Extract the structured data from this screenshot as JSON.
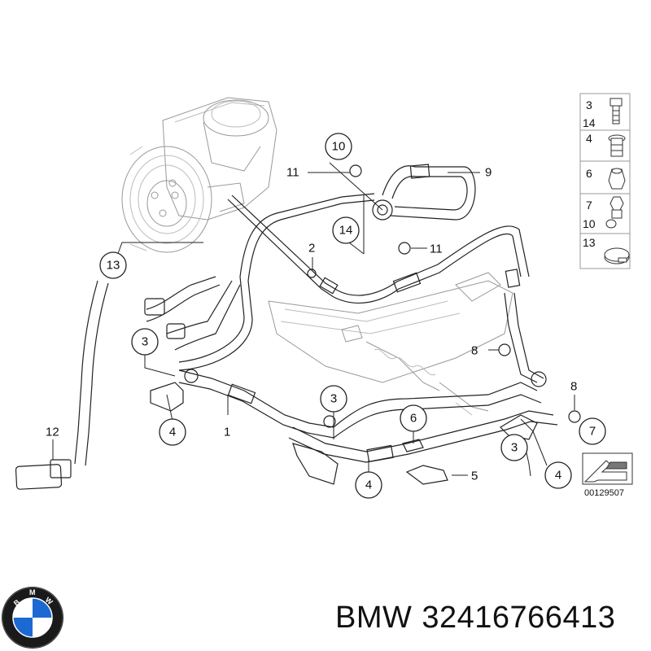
{
  "diagram": {
    "callouts_circled": [
      {
        "id": "c10",
        "label": "10"
      },
      {
        "id": "c14",
        "label": "14"
      },
      {
        "id": "c13",
        "label": "13"
      },
      {
        "id": "c3a",
        "label": "3"
      },
      {
        "id": "c4a",
        "label": "4"
      },
      {
        "id": "c3b",
        "label": "3"
      },
      {
        "id": "c4b",
        "label": "4"
      },
      {
        "id": "c6",
        "label": "6"
      },
      {
        "id": "c3c",
        "label": "3"
      },
      {
        "id": "c4c",
        "label": "4"
      },
      {
        "id": "c7",
        "label": "7"
      }
    ],
    "callouts_plain": [
      {
        "id": "p11a",
        "label": "11"
      },
      {
        "id": "p9",
        "label": "9"
      },
      {
        "id": "p2",
        "label": "2"
      },
      {
        "id": "p11b",
        "label": "11"
      },
      {
        "id": "p8a",
        "label": "8"
      },
      {
        "id": "p8b",
        "label": "8"
      },
      {
        "id": "p1",
        "label": "1"
      },
      {
        "id": "p12",
        "label": "12"
      },
      {
        "id": "p5",
        "label": "5"
      }
    ],
    "legend": {
      "rows": [
        {
          "labels": [
            "3",
            "14"
          ]
        },
        {
          "labels": [
            "4"
          ]
        },
        {
          "labels": [
            "6"
          ]
        },
        {
          "labels": [
            "7",
            "10"
          ]
        },
        {
          "labels": [
            "13"
          ]
        }
      ]
    },
    "reference_code": "00129507"
  },
  "footer": {
    "brand": "BMW",
    "part_number": "32416766413"
  },
  "logo": {
    "letters": [
      "B",
      "M",
      "W"
    ],
    "colors": {
      "ring": "#1a1a1a",
      "blue": "#1c69d4",
      "white": "#ffffff"
    }
  }
}
